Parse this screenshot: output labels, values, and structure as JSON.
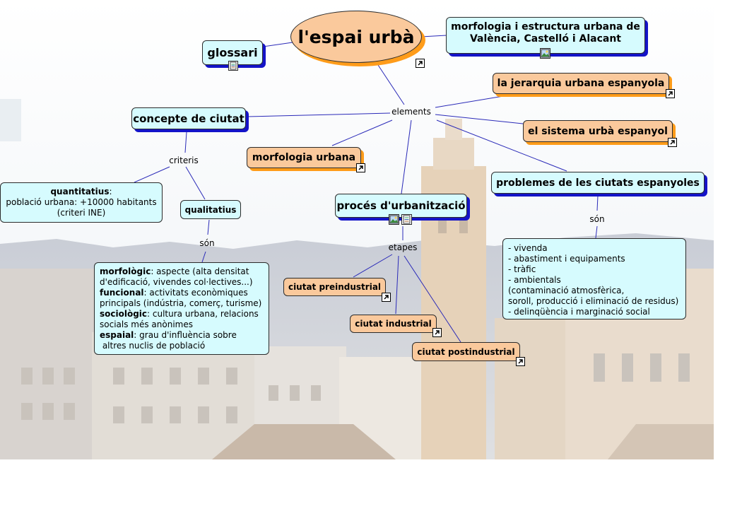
{
  "central": {
    "title": "l'espai urbà"
  },
  "nodes": {
    "glossari": "glossari",
    "morfologia_estructura": "morfologia i estructura urbana de València, Castelló i Alacant",
    "jerarquia": "la jerarquia urbana espanyola",
    "sistema": "el sistema urbà espanyol",
    "concepte": "concepte de ciutat",
    "morfologia_urbana": "morfologia urbana",
    "proces": "procés d'urbanització",
    "problemes": "problemes de les ciutats espanyoles",
    "qualitatius": "qualitatius",
    "preindustrial": "ciutat preindustrial",
    "industrial": "ciutat industrial",
    "postindustrial": "ciutat postindustrial"
  },
  "quantitatius": {
    "title": "quantitatius",
    "line1": "població urbana: +10000 habitants",
    "line2": "(criteri INE)"
  },
  "qualitatius_detail": {
    "morfologic_term": "morfològic",
    "morfologic_text1": ": aspecte (alta densitat",
    "morfologic_text2": "d'edificació, vivendes col·lectives...)",
    "funcional_term": "funcional",
    "funcional_text1": ": activitats econòmiques",
    "funcional_text2": "principals (indústria, comerç, turisme)",
    "sociologic_term": "sociològic",
    "sociologic_text1": ": cultura urbana, relacions",
    "sociologic_text2": "socials més anònimes",
    "espaial_term": "espaial",
    "espaial_text1": ": grau d'influència sobre",
    "espaial_text2": " altres nuclis de població"
  },
  "problemes_detail": [
    "- vivenda",
    "- abastiment i equipaments",
    "- tràfic",
    "- ambientals",
    "(contaminació atmosfèrica,",
    "soroll, producció i eliminació de residus)",
    "- delinqüència i marginació social"
  ],
  "labels": {
    "elements": "elements",
    "criteris": "criteris",
    "son1": "són",
    "son2": "són",
    "etapes": "etapes"
  },
  "colors": {
    "cyan_node": "#d6fbfe",
    "orange_node": "#fac99c",
    "blue_shadow": "#1414c8",
    "orange_shadow": "#ff9c1a",
    "connector": "#2a2ab8"
  },
  "icons": {
    "link": "link-arrow-icon",
    "document": "document-icon",
    "image": "image-icon"
  }
}
